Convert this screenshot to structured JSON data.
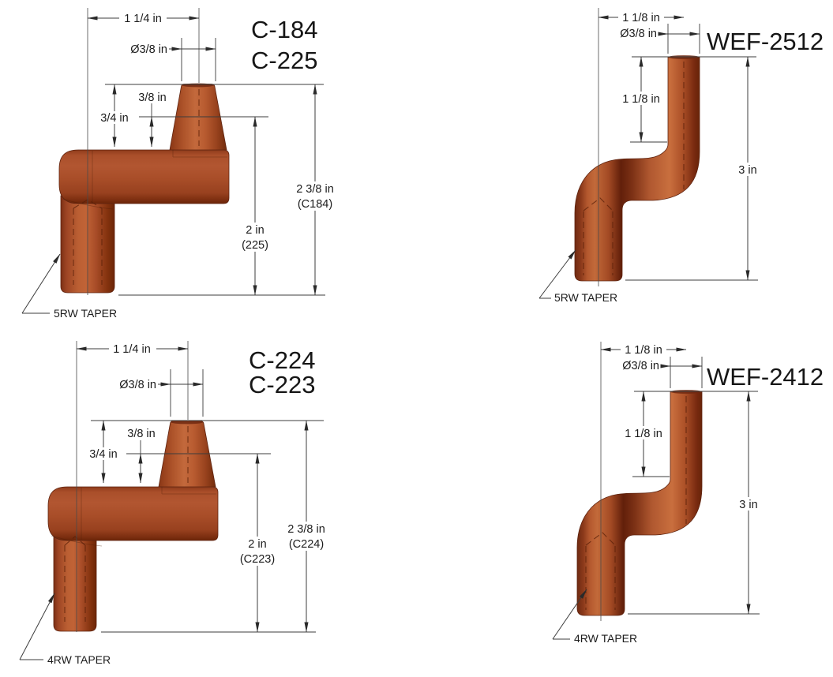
{
  "colors": {
    "background": "#ffffff",
    "dimension_lines": "#3c3c3c",
    "text": "#1c1c1c",
    "copper_base": "#a94e28",
    "copper_highlight": "#c96f3e",
    "copper_shadow": "#6b2408"
  },
  "panels": [
    {
      "part_numbers": [
        "C-184",
        "C-225"
      ],
      "dimensions": {
        "overall_width": "1 1/4 in",
        "tip_diameter": "Ø3/8 in",
        "neck_height": "3/8 in",
        "tip_height": "3/4 in",
        "overall_length": "2 3/8 in",
        "overall_length_ref": "(C184)",
        "partial_length": "2 in",
        "partial_length_ref": "(225)"
      },
      "taper_label": "5RW TAPER"
    },
    {
      "part_numbers": [
        "WEF-2512"
      ],
      "dimensions": {
        "overall_width": "1 1/8 in",
        "tip_diameter": "Ø3/8 in",
        "upper_length": "1 1/8 in",
        "overall_length": "3 in"
      },
      "taper_label": "5RW TAPER"
    },
    {
      "part_numbers": [
        "C-224",
        "C-223"
      ],
      "dimensions": {
        "overall_width": "1 1/4 in",
        "tip_diameter": "Ø3/8 in",
        "neck_height": "3/8 in",
        "tip_height": "3/4 in",
        "overall_length": "2 3/8 in",
        "overall_length_ref": "(C224)",
        "partial_length": "2 in",
        "partial_length_ref": "(C223)"
      },
      "taper_label": "4RW TAPER"
    },
    {
      "part_numbers": [
        "WEF-2412"
      ],
      "dimensions": {
        "overall_width": "1 1/8 in",
        "tip_diameter": "Ø3/8 in",
        "upper_length": "1 1/8 in",
        "overall_length": "3 in"
      },
      "taper_label": "4RW TAPER"
    }
  ]
}
